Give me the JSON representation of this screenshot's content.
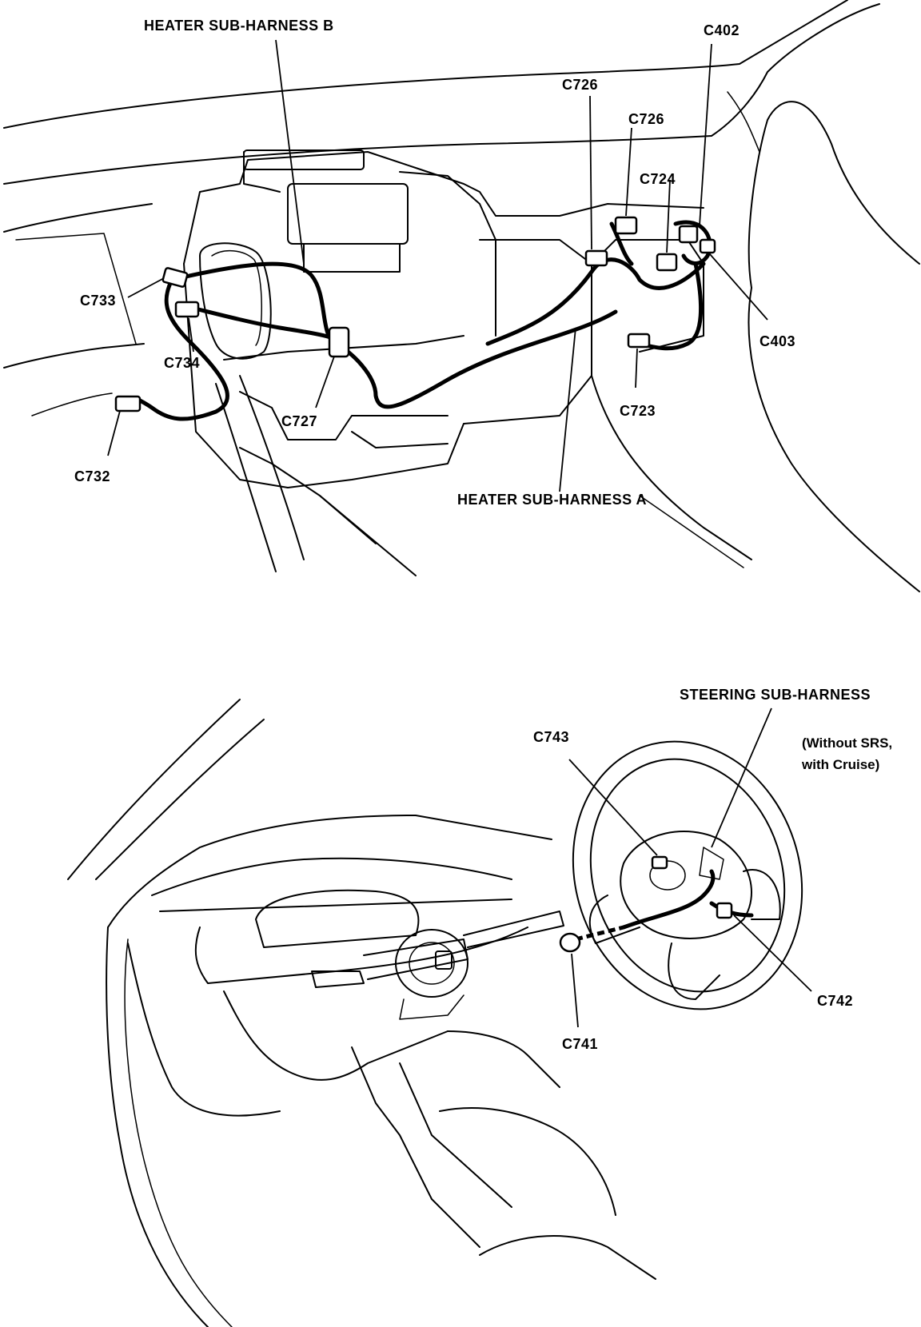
{
  "top_diagram": {
    "labels": {
      "heater_b": "HEATER SUB-HARNESS B",
      "heater_a": "HEATER SUB-HARNESS A",
      "c402": "C402",
      "c403": "C403",
      "c726_upper": "C726",
      "c726_lower": "C726",
      "c724": "C724",
      "c723": "C723",
      "c727": "C727",
      "c732": "C732",
      "c733": "C733",
      "c734": "C734"
    }
  },
  "bottom_diagram": {
    "labels": {
      "steering": "STEERING SUB-HARNESS",
      "note_line1": "(Without SRS,",
      "note_line2": "with Cruise)",
      "c741": "C741",
      "c742": "C742",
      "c743": "C743"
    }
  },
  "colors": {
    "ink": "#000000",
    "paper": "#ffffff"
  }
}
